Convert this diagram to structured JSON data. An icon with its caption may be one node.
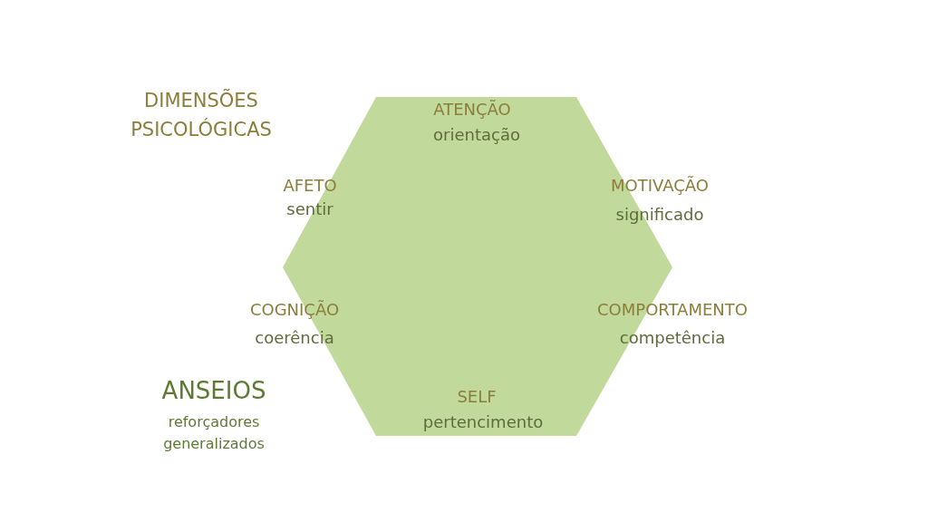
{
  "diagram": {
    "nodes": [
      {
        "text": [],
        "shape": "hexagon"
      }
    ],
    "labels": [
      "DIMENSÕES PSICOLÓGICAS",
      "ATENÇÃO",
      "orientação",
      "AFETO",
      "sentir",
      "MOTIVAÇÃO",
      "significado",
      "COGNIÇÃO",
      "coerência",
      "COMPORTAMENTO",
      "competência",
      "ANSEIOS",
      "reforçadores generalizados",
      "SELF",
      "pertencimento"
    ]
  }
}
